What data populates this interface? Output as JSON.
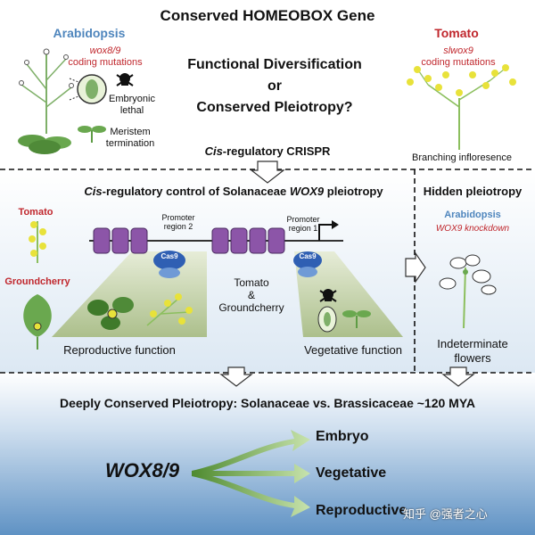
{
  "header": {
    "title": "Conserved HOMEOBOX Gene",
    "question_line1": "Functional Diversification",
    "question_line2": "or",
    "question_line3": "Conserved Pleiotropy?"
  },
  "arabidopsis_top": {
    "name": "Arabidopsis",
    "gene": "wox8/9",
    "mutation": "coding mutations",
    "embryonic_line1": "Embryonic",
    "embryonic_line2": "lethal",
    "meristem_line1": "Meristem",
    "meristem_line2": "termination"
  },
  "tomato_top": {
    "name": "Tomato",
    "gene": "slwox9",
    "mutation": "coding mutations",
    "inflorescence": "Branching infloresence"
  },
  "crispr": {
    "prefix": "Cis",
    "suffix": "-regulatory CRISPR"
  },
  "middle": {
    "heading_prefix": "Cis",
    "heading_middle": "-regulatory control of Solanaceae ",
    "heading_gene": "WOX9",
    "heading_suffix": " pleiotropy",
    "tomato": "Tomato",
    "groundcherry": "Groundcherry",
    "promoter2_line1": "Promoter",
    "promoter2_line2": "region 2",
    "promoter1_line1": "Promoter",
    "promoter1_line2": "region 1",
    "cas9": "Cas9",
    "center_line1": "Tomato",
    "center_line2": "&",
    "center_line3": "Groundcherry",
    "reproductive": "Reproductive function",
    "vegetative": "Vegetative function"
  },
  "hidden": {
    "heading": "Hidden pleiotropy",
    "species": "Arabidopsis",
    "knockdown": "WOX9 knockdown",
    "result_line1": "Indeterminate",
    "result_line2": "flowers"
  },
  "bottom": {
    "heading": "Deeply Conserved Pleiotropy: Solanaceae vs. Brassicaceae ~120 MYA",
    "gene": "WOX8/9",
    "outcomes": [
      "Embryo",
      "Vegetative",
      "Reproductive"
    ],
    "watermark": "知乎 @强者之心"
  },
  "colors": {
    "arabidopsis_blue": "#4f86bd",
    "tomato_red": "#c0272d",
    "nucleosome_purple": "#8c55a8",
    "cas9_blue": "#2f5fb3",
    "plant_green": "#6aa84f",
    "flower_yellow": "#e8e23a"
  }
}
